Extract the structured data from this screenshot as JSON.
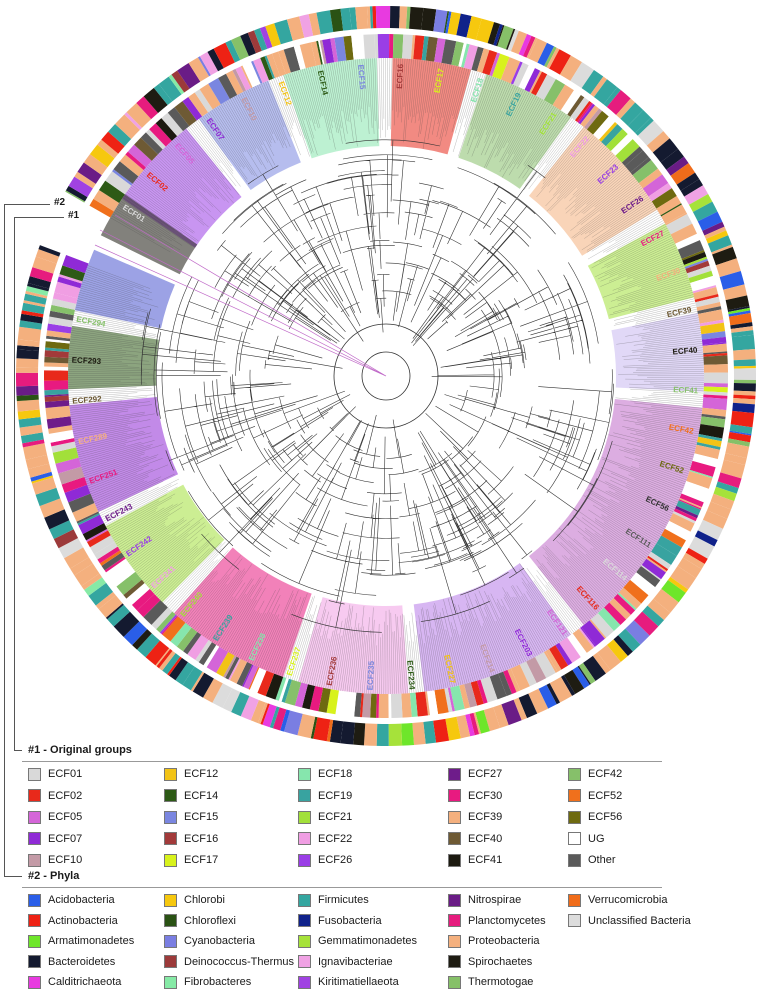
{
  "section1": {
    "tag": "#1",
    "title": "#1 - Original groups",
    "items": [
      {
        "label": "ECF01",
        "color": "#d9d9d9"
      },
      {
        "label": "ECF02",
        "color": "#e8291b"
      },
      {
        "label": "ECF05",
        "color": "#d465d8"
      },
      {
        "label": "ECF07",
        "color": "#8f2ad6"
      },
      {
        "label": "ECF10",
        "color": "#c39aa6"
      },
      {
        "label": "ECF12",
        "color": "#f2c316"
      },
      {
        "label": "ECF14",
        "color": "#2d5a16"
      },
      {
        "label": "ECF15",
        "color": "#7a86e0"
      },
      {
        "label": "ECF16",
        "color": "#a23a3a"
      },
      {
        "label": "ECF17",
        "color": "#d8f21c"
      },
      {
        "label": "ECF18",
        "color": "#86e6ad"
      },
      {
        "label": "ECF19",
        "color": "#38a3a0"
      },
      {
        "label": "ECF21",
        "color": "#a2e03a"
      },
      {
        "label": "ECF22",
        "color": "#f09ee3"
      },
      {
        "label": "ECF26",
        "color": "#9a3ee6"
      },
      {
        "label": "ECF27",
        "color": "#6e1c8a"
      },
      {
        "label": "ECF30",
        "color": "#e81a80"
      },
      {
        "label": "ECF39",
        "color": "#f4b07e"
      },
      {
        "label": "ECF40",
        "color": "#6e5a34"
      },
      {
        "label": "ECF41",
        "color": "#1c1a10"
      },
      {
        "label": "ECF42",
        "color": "#86c06a"
      },
      {
        "label": "ECF52",
        "color": "#f0701c"
      },
      {
        "label": "ECF56",
        "color": "#6e6a10"
      },
      {
        "label": "UG",
        "color": "#ffffff"
      },
      {
        "label": "Other",
        "color": "#5a5a5a"
      }
    ]
  },
  "section2": {
    "tag": "#2",
    "title": "#2 - Phyla",
    "items": [
      {
        "label": "Acidobacteria",
        "color": "#2a5ee8"
      },
      {
        "label": "Actinobacteria",
        "color": "#ee2214"
      },
      {
        "label": "Armatimonadetes",
        "color": "#6ee62a"
      },
      {
        "label": "Bacteroidetes",
        "color": "#141a30"
      },
      {
        "label": "Calditrichaeota",
        "color": "#e83ae0"
      },
      {
        "label": "Chlorobi",
        "color": "#f6c80e"
      },
      {
        "label": "Chloroflexi",
        "color": "#2a5214"
      },
      {
        "label": "Cyanobacteria",
        "color": "#7a7ee2"
      },
      {
        "label": "Deinococcus-Thermus",
        "color": "#9c3a3a"
      },
      {
        "label": "Fibrobacteres",
        "color": "#86eaa6"
      },
      {
        "label": "Firmicutes",
        "color": "#34a6a0"
      },
      {
        "label": "Fusobacteria",
        "color": "#10228a"
      },
      {
        "label": "Gemmatimonadetes",
        "color": "#a6e23a"
      },
      {
        "label": "Ignavibacteriae",
        "color": "#f0a2e4"
      },
      {
        "label": "Kiritimatiellaeota",
        "color": "#a042e2"
      },
      {
        "label": "Nitrospirae",
        "color": "#6a1c86"
      },
      {
        "label": "Planctomycetes",
        "color": "#e61c7e"
      },
      {
        "label": "Proteobacteria",
        "color": "#f4b07e"
      },
      {
        "label": "Spirochaetes",
        "color": "#1e1c12"
      },
      {
        "label": "Thermotogae",
        "color": "#86c068"
      },
      {
        "label": "Verrucomicrobia",
        "color": "#f06c1a"
      },
      {
        "label": "Unclassified Bacteria",
        "color": "#dcdcdc"
      }
    ]
  },
  "ring_labels": [
    "ECF01",
    "ECF02",
    "ECF05",
    "ECF07",
    "ECF10",
    "ECF12",
    "ECF14",
    "ECF15",
    "ECF16",
    "ECF17",
    "ECF18",
    "ECF19",
    "ECF21",
    "ECF22",
    "ECF23",
    "ECF26",
    "ECF27",
    "ECF30",
    "ECF39",
    "ECF40",
    "ECF41",
    "ECF42",
    "ECF52",
    "ECF56",
    "ECF111",
    "ECF114",
    "ECF116",
    "ECF121",
    "ECF203",
    "ECF214",
    "ECF227",
    "ECF234",
    "ECF235",
    "ECF236",
    "ECF237",
    "ECF238",
    "ECF239",
    "ECF240",
    "ECF241",
    "ECF242",
    "ECF243",
    "ECF251",
    "ECF289",
    "ECF292",
    "ECF293",
    "ECF294"
  ]
}
